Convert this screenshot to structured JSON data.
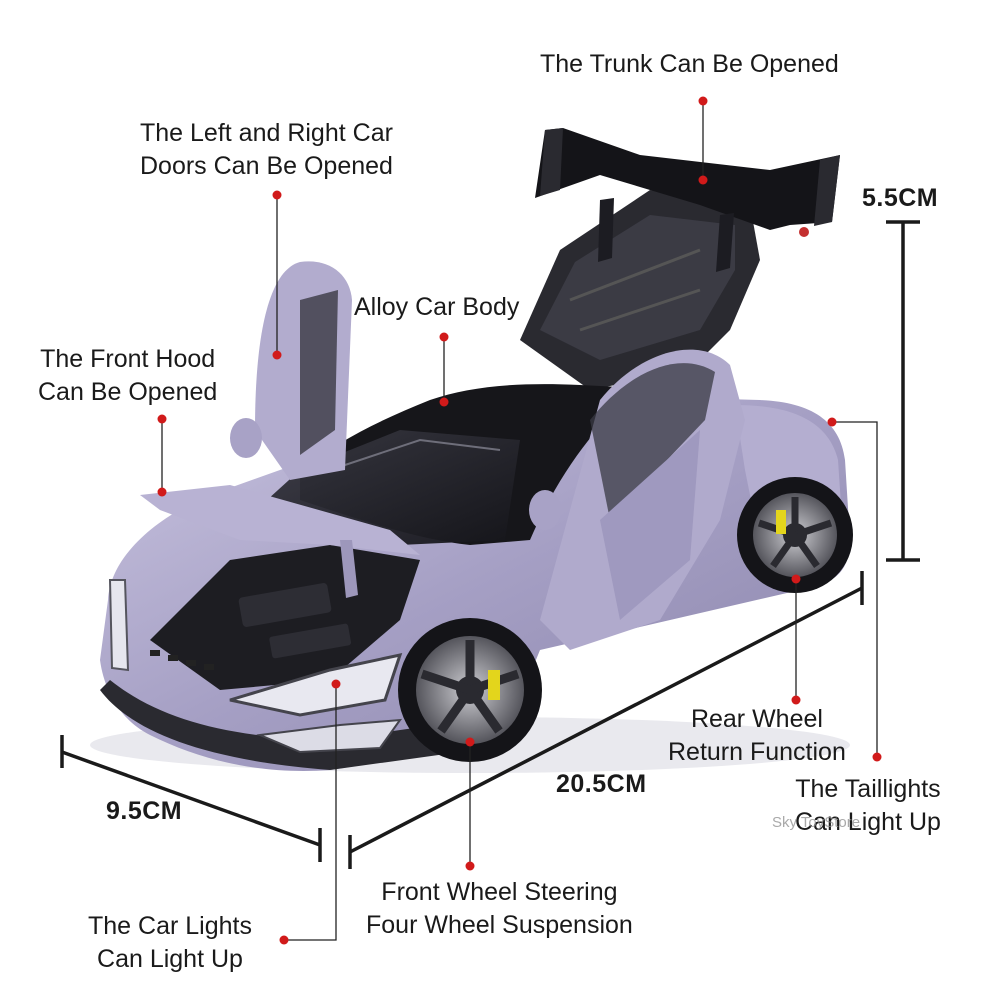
{
  "callouts": {
    "trunk": "The Trunk Can Be Opened",
    "doors": [
      "The Left and Right Car",
      "Doors Can Be Opened"
    ],
    "body": "Alloy Car Body",
    "hood": [
      "The Front Hood",
      "Can Be Opened"
    ],
    "rear_wheel": [
      "Rear Wheel",
      "Return Function"
    ],
    "taillights": [
      "The Taillights",
      "Can Light Up"
    ],
    "front_wheel": [
      "Front Wheel Steering",
      "Four Wheel Suspension"
    ],
    "car_lights": [
      "The Car Lights",
      "Can Light Up"
    ]
  },
  "dimensions": {
    "height": "5.5CM",
    "width": "9.5CM",
    "length": "20.5CM"
  },
  "watermark": "Sky ToyStore",
  "colors": {
    "car_body": "#a59fc4",
    "car_black": "#1c1c20",
    "marker": "#d11a1a",
    "line": "#222222",
    "brake": "#e3d51c"
  }
}
